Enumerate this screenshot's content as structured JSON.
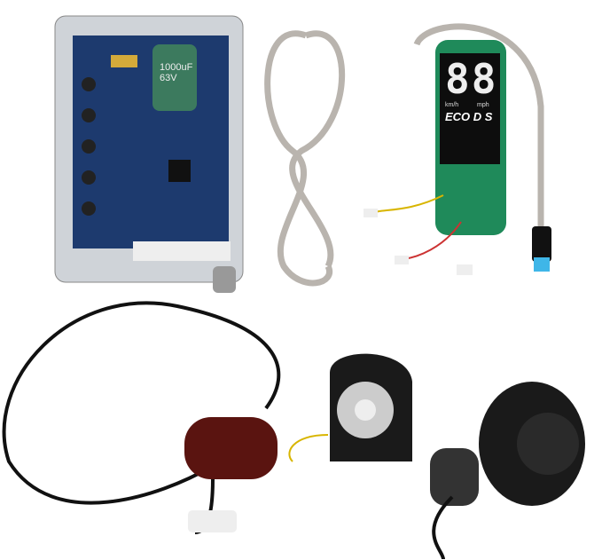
{
  "photo": {
    "capacitor_label": "1000uF 63V",
    "display": {
      "digits": "88",
      "unit_left": "km/h",
      "unit_right": "mph",
      "modes": "ECO D S"
    }
  },
  "colors": {
    "pcb_blue": "#1d3a6e",
    "pcb_green": "#1f8a5a",
    "cable_gray": "#b9b4ae",
    "plastic_black": "#1a1a1a",
    "tail_red": "#5a1410"
  }
}
